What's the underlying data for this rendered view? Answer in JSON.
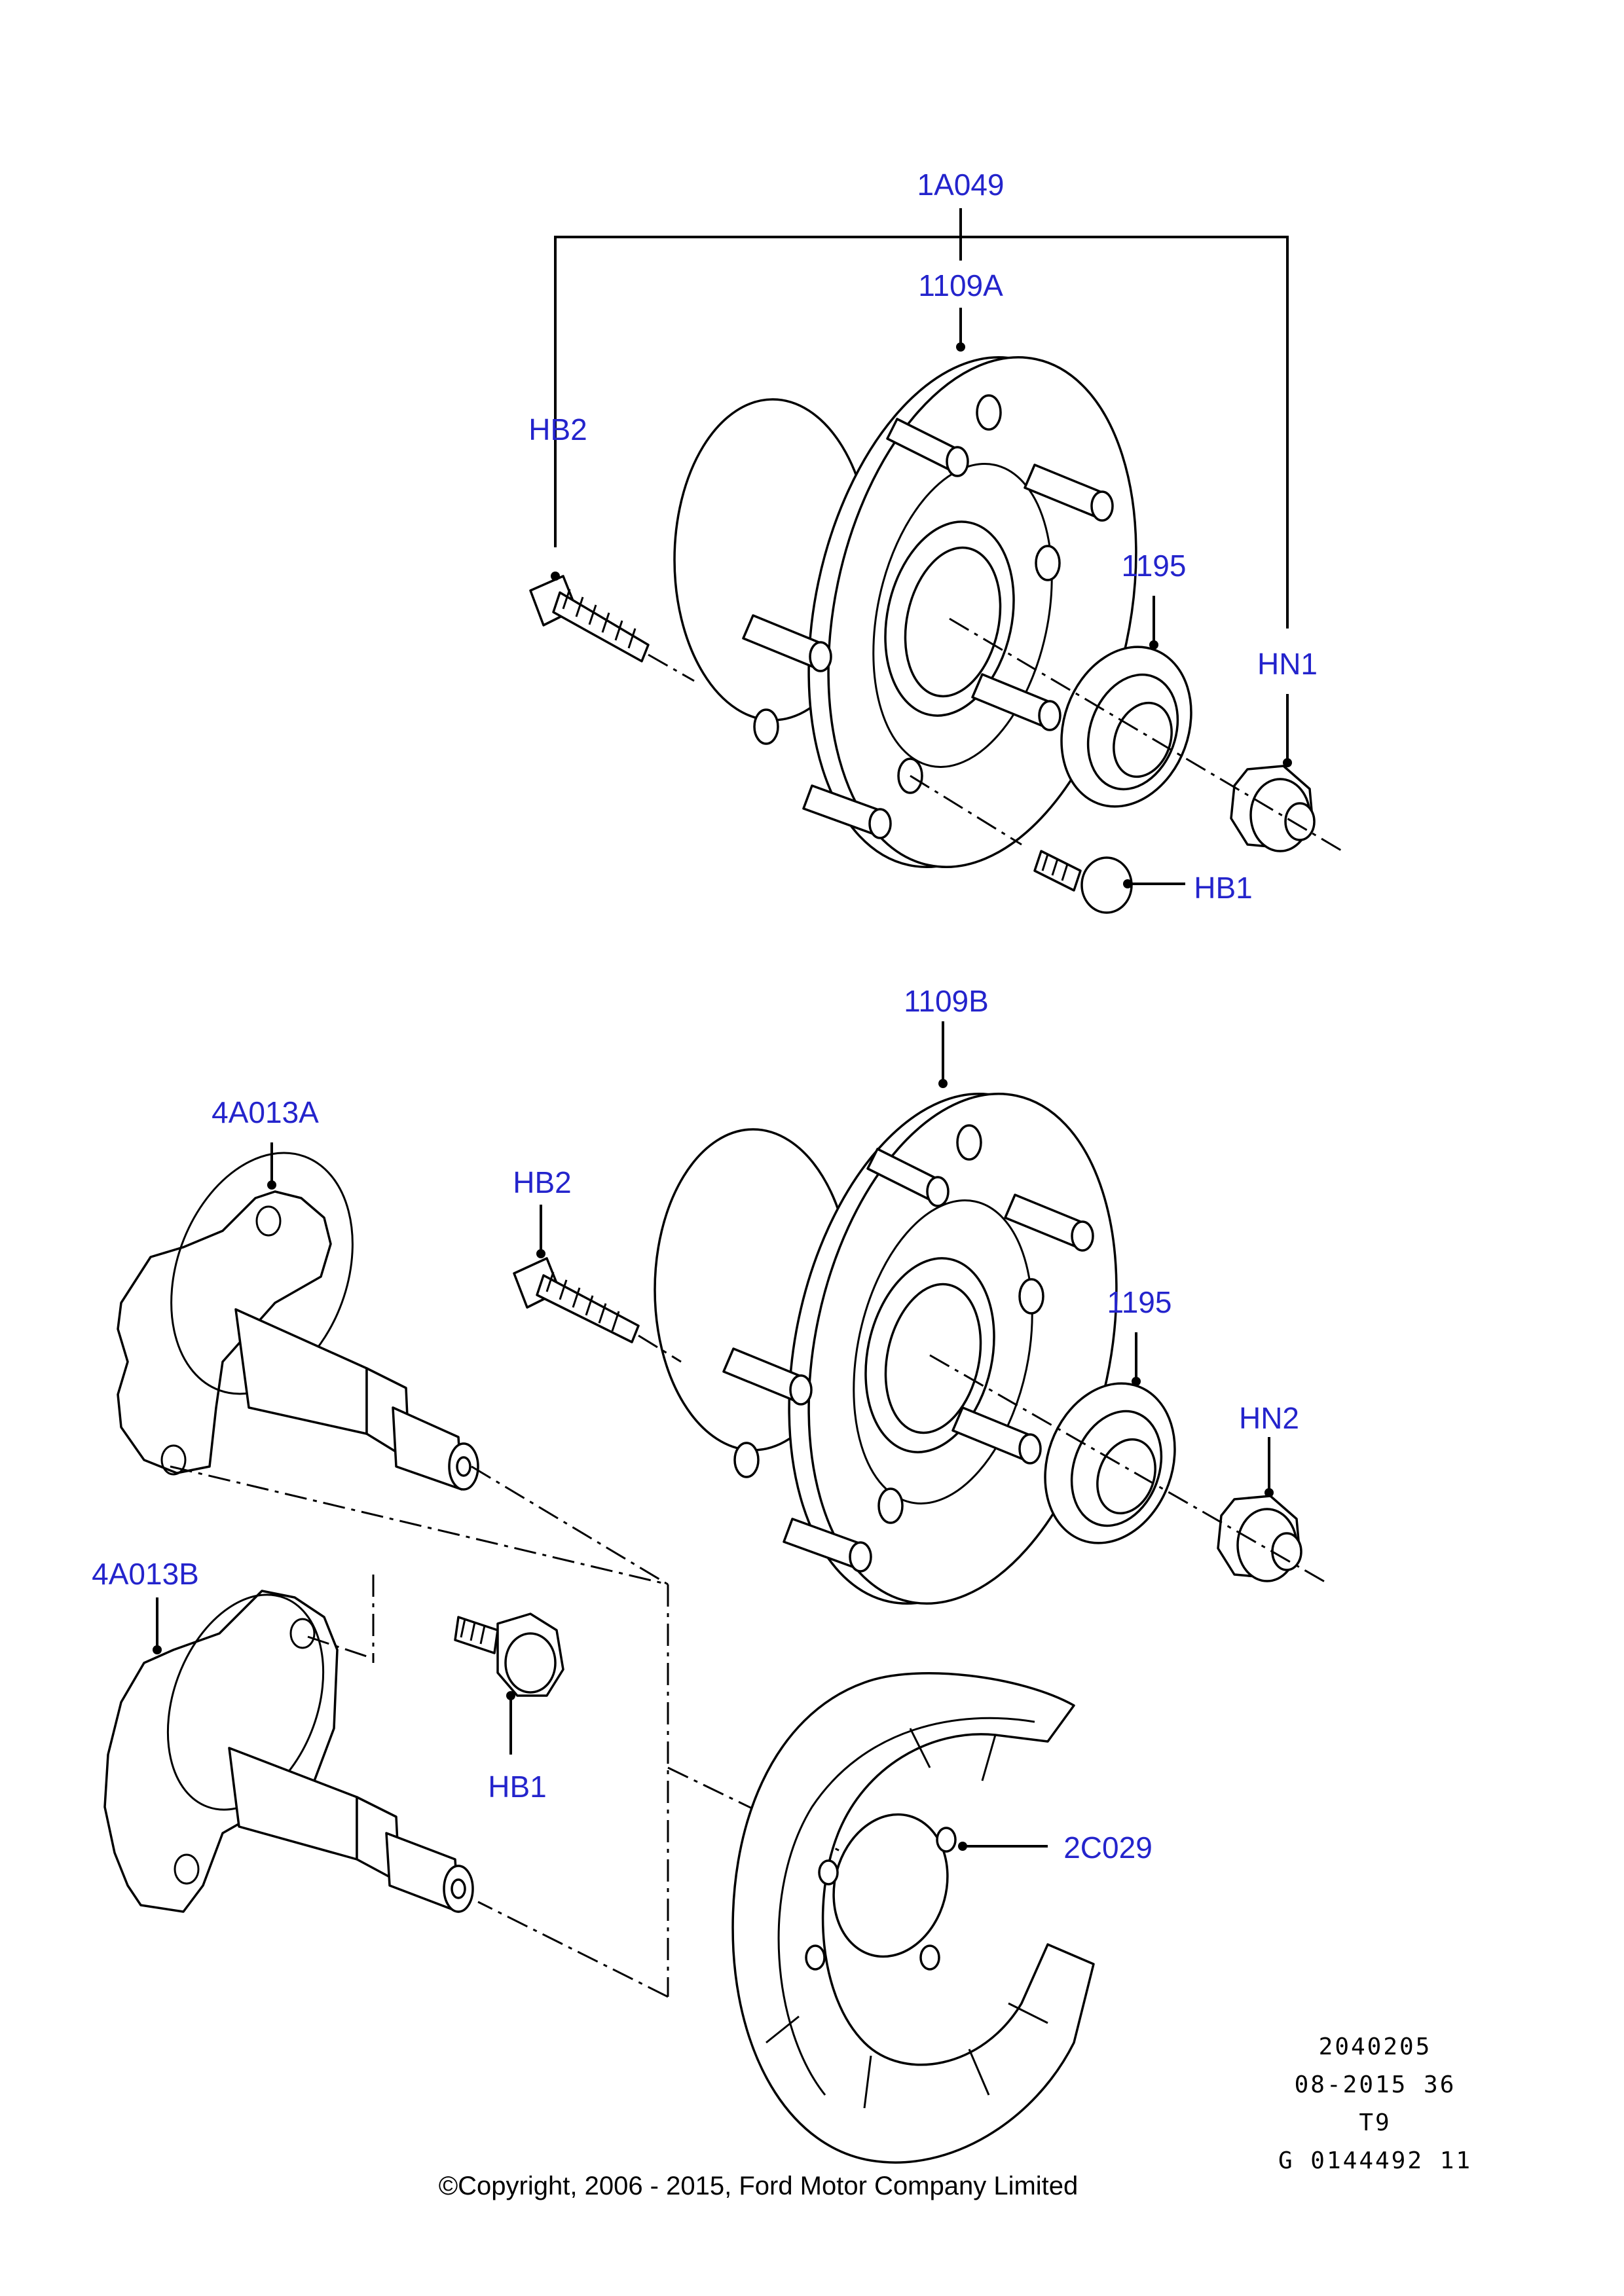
{
  "callouts": {
    "c_1A049": "1A049",
    "c_1109A": "1109A",
    "c_HB2_top": "HB2",
    "c_1195_top": "1195",
    "c_HN1": "HN1",
    "c_HB1_top": "HB1",
    "c_1109B": "1109B",
    "c_4A013A": "4A013A",
    "c_HB2_mid": "HB2",
    "c_1195_mid": "1195",
    "c_HN2": "HN2",
    "c_4A013B": "4A013B",
    "c_HB1_bottom": "HB1",
    "c_2C029": "2C029"
  },
  "reference_block": {
    "line1": "2040205",
    "line2": "08-2015 36",
    "line3": "T9",
    "line4": "G 0144492 11"
  },
  "copyright": "©Copyright, 2006 - 2015, Ford Motor Company Limited",
  "colors": {
    "callout_text": "#2424cc",
    "line_art": "#000000",
    "background": "#ffffff"
  }
}
